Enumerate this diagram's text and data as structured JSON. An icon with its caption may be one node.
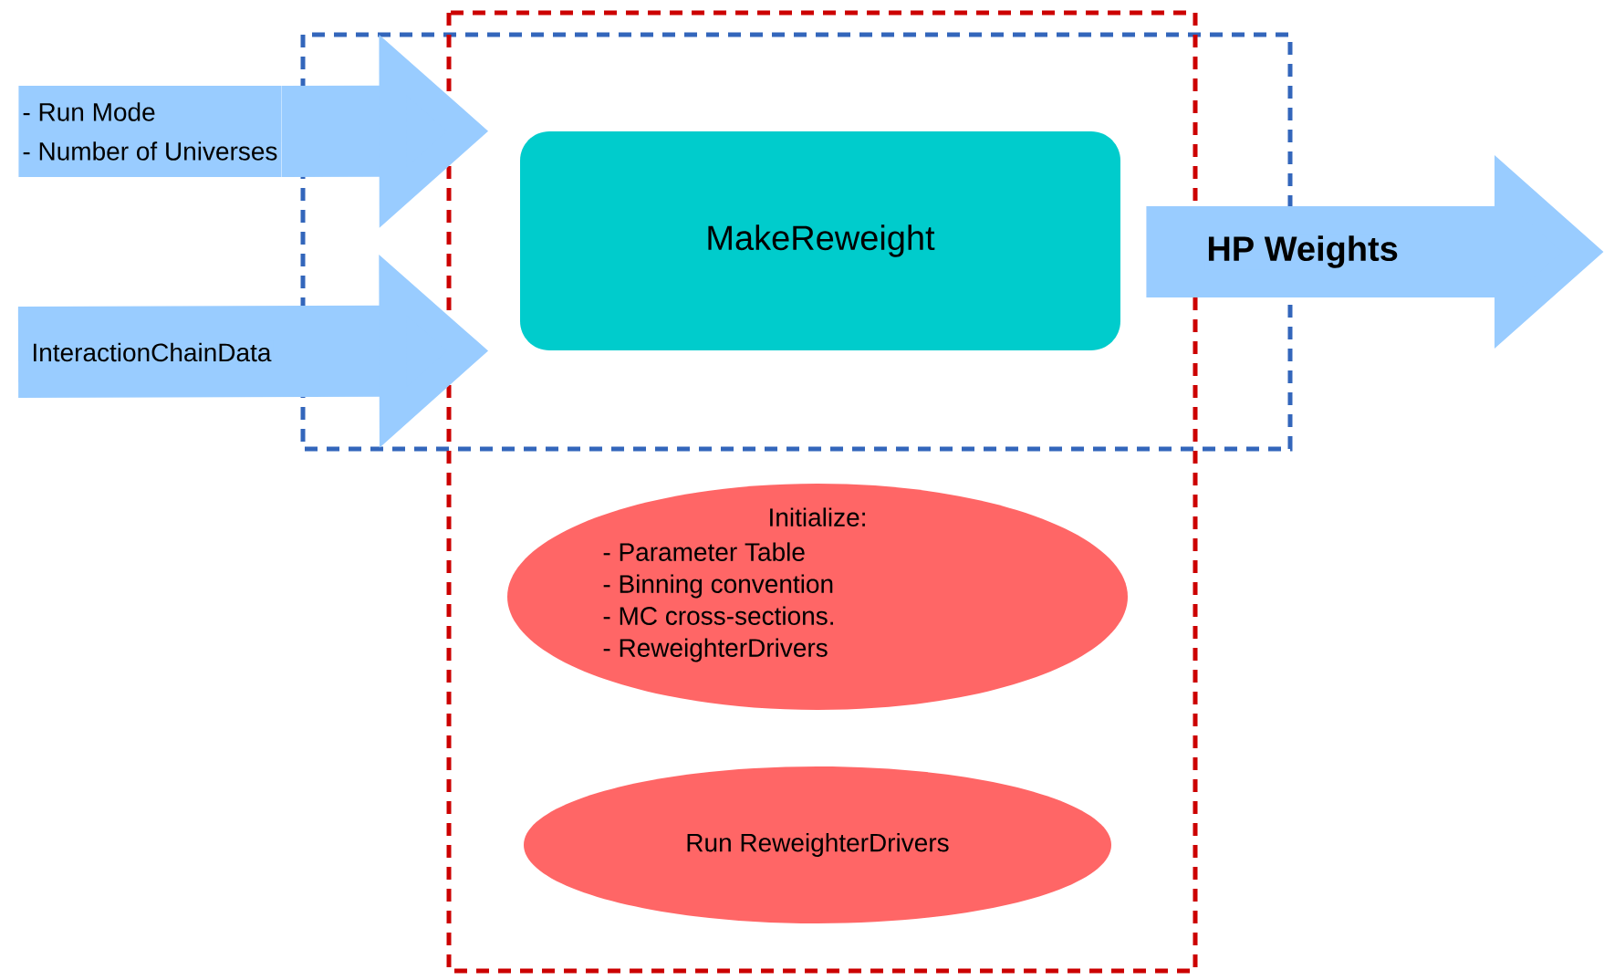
{
  "diagram": {
    "nodes": [
      {
        "text": [
          "MakeReweight"
        ]
      },
      {
        "text": [
          "Initialize:",
          "- Parameter Table",
          "- Binning convention",
          "- MC cross-sections.",
          "- ReweighterDrivers"
        ]
      },
      {
        "text": [
          "Run ReweighterDrivers"
        ]
      },
      {
        "text": [
          "- Run Mode",
          "- Number of Universes"
        ]
      }
    ],
    "edges": [
      {
        "from": 3,
        "to": 0,
        "arrow": "to"
      },
      {
        "from": null,
        "to": 0,
        "arrow": "to",
        "label": "InteractionChainData"
      },
      {
        "from": 0,
        "to": null,
        "arrow": "to",
        "label": "HP Weights"
      }
    ]
  }
}
